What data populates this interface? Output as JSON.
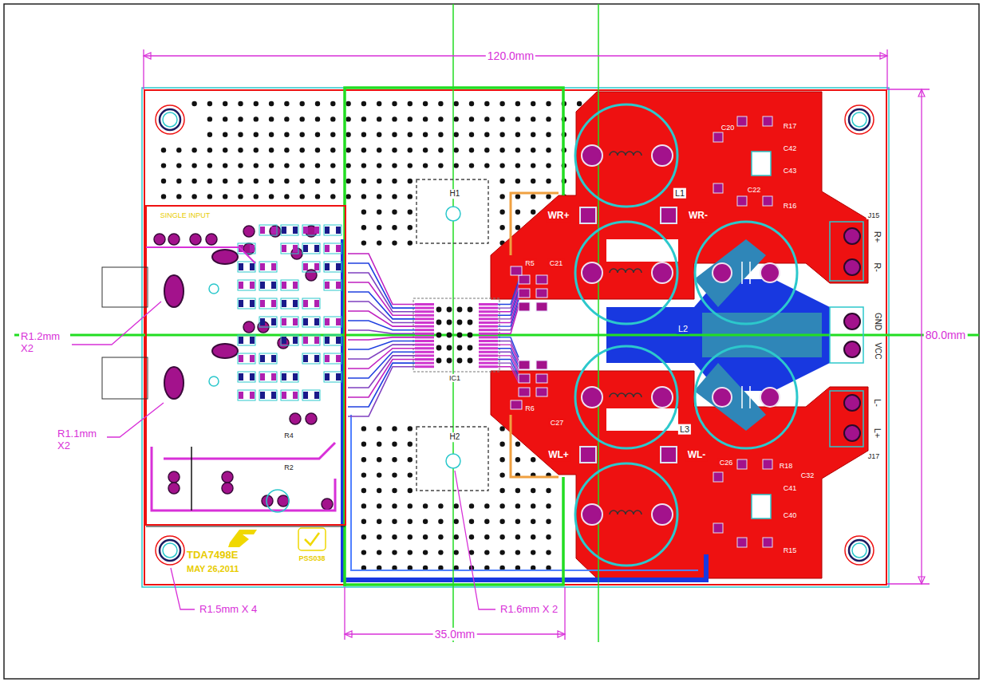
{
  "diagram": {
    "labels": [
      "120.0mm",
      "80.0mm",
      "35.0mm",
      "R1.2mm X2",
      "R1.1mm X2",
      "R1.5mm X 4",
      "R1.6mm X 2",
      "TDA7498E",
      "MAY 26,2011",
      "PSS038",
      "H1",
      "H2",
      "IC1",
      "L1",
      "L2",
      "L3",
      "WR+",
      "WR-",
      "WL+",
      "WL-",
      "GND",
      "VCC",
      "R+",
      "R-",
      "L-",
      "L+",
      "J15",
      "J17",
      "C20",
      "R17",
      "C42",
      "C43",
      "C22",
      "R16",
      "R5",
      "C21",
      "R6",
      "C27",
      "C26",
      "R18",
      "C41",
      "C40",
      "C32",
      "R15",
      "SINGLE INPUT",
      "R4",
      "R2"
    ]
  }
}
